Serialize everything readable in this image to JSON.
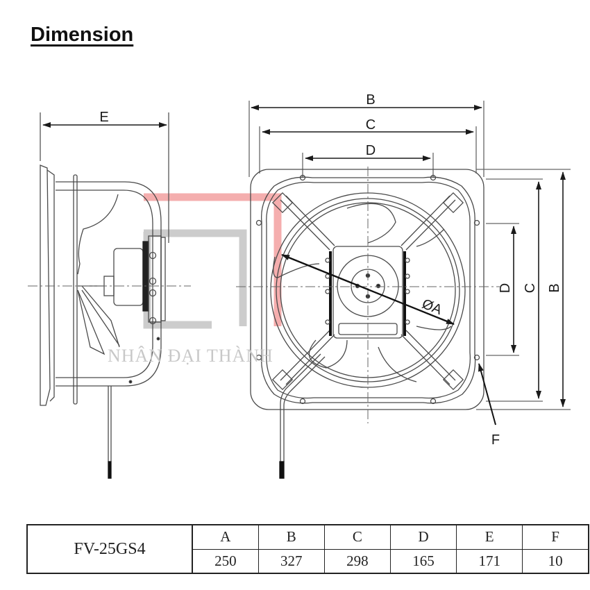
{
  "page": {
    "title": "Dimension",
    "watermark": "NHÂN ĐẠI THÀNH"
  },
  "drawing": {
    "side_view": {
      "dimension_labels": [
        "E"
      ]
    },
    "front_view": {
      "top_dimension_labels": [
        "B",
        "C",
        "D"
      ],
      "right_dimension_labels": [
        "D",
        "C",
        "B"
      ],
      "diameter_label": "ØA",
      "hole_pointer_label": "F"
    },
    "colors": {
      "line": "#4a4a4a",
      "dimension": "#1a1a1a",
      "logo_red": "#f08a8a",
      "logo_gray": "#b8b8b8"
    }
  },
  "spec_table": {
    "model": "FV-25GS4",
    "columns": [
      "A",
      "B",
      "C",
      "D",
      "E",
      "F"
    ],
    "values": [
      "250",
      "327",
      "298",
      "165",
      "171",
      "10"
    ]
  }
}
